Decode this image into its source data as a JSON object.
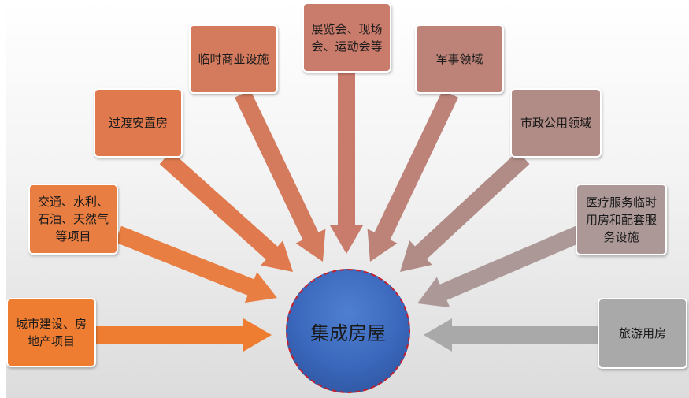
{
  "center": {
    "label": "集成房屋",
    "color": "#3a67bb"
  },
  "nodes": [
    {
      "id": "urban",
      "label": "城市建设、房地产项目",
      "color": "#ee7d32"
    },
    {
      "id": "transport",
      "label": "交通、水利、石油、天然气等项目",
      "color": "#e97e43"
    },
    {
      "id": "transition",
      "label": "过渡安置房",
      "color": "#e07a4e"
    },
    {
      "id": "temp-commercial",
      "label": "临时商业设施",
      "color": "#d47b5e"
    },
    {
      "id": "exhibition",
      "label": "展览会、现场会、运动会等",
      "color": "#c97b6c"
    },
    {
      "id": "military",
      "label": "军事领域",
      "color": "#bd8379"
    },
    {
      "id": "municipal",
      "label": "市政公用领域",
      "color": "#b18c86"
    },
    {
      "id": "medical",
      "label": "医疗服务临时用房和配套服务设施",
      "color": "#ad9898"
    },
    {
      "id": "tourism",
      "label": "旅游用房",
      "color": "#a9a9a9"
    }
  ]
}
